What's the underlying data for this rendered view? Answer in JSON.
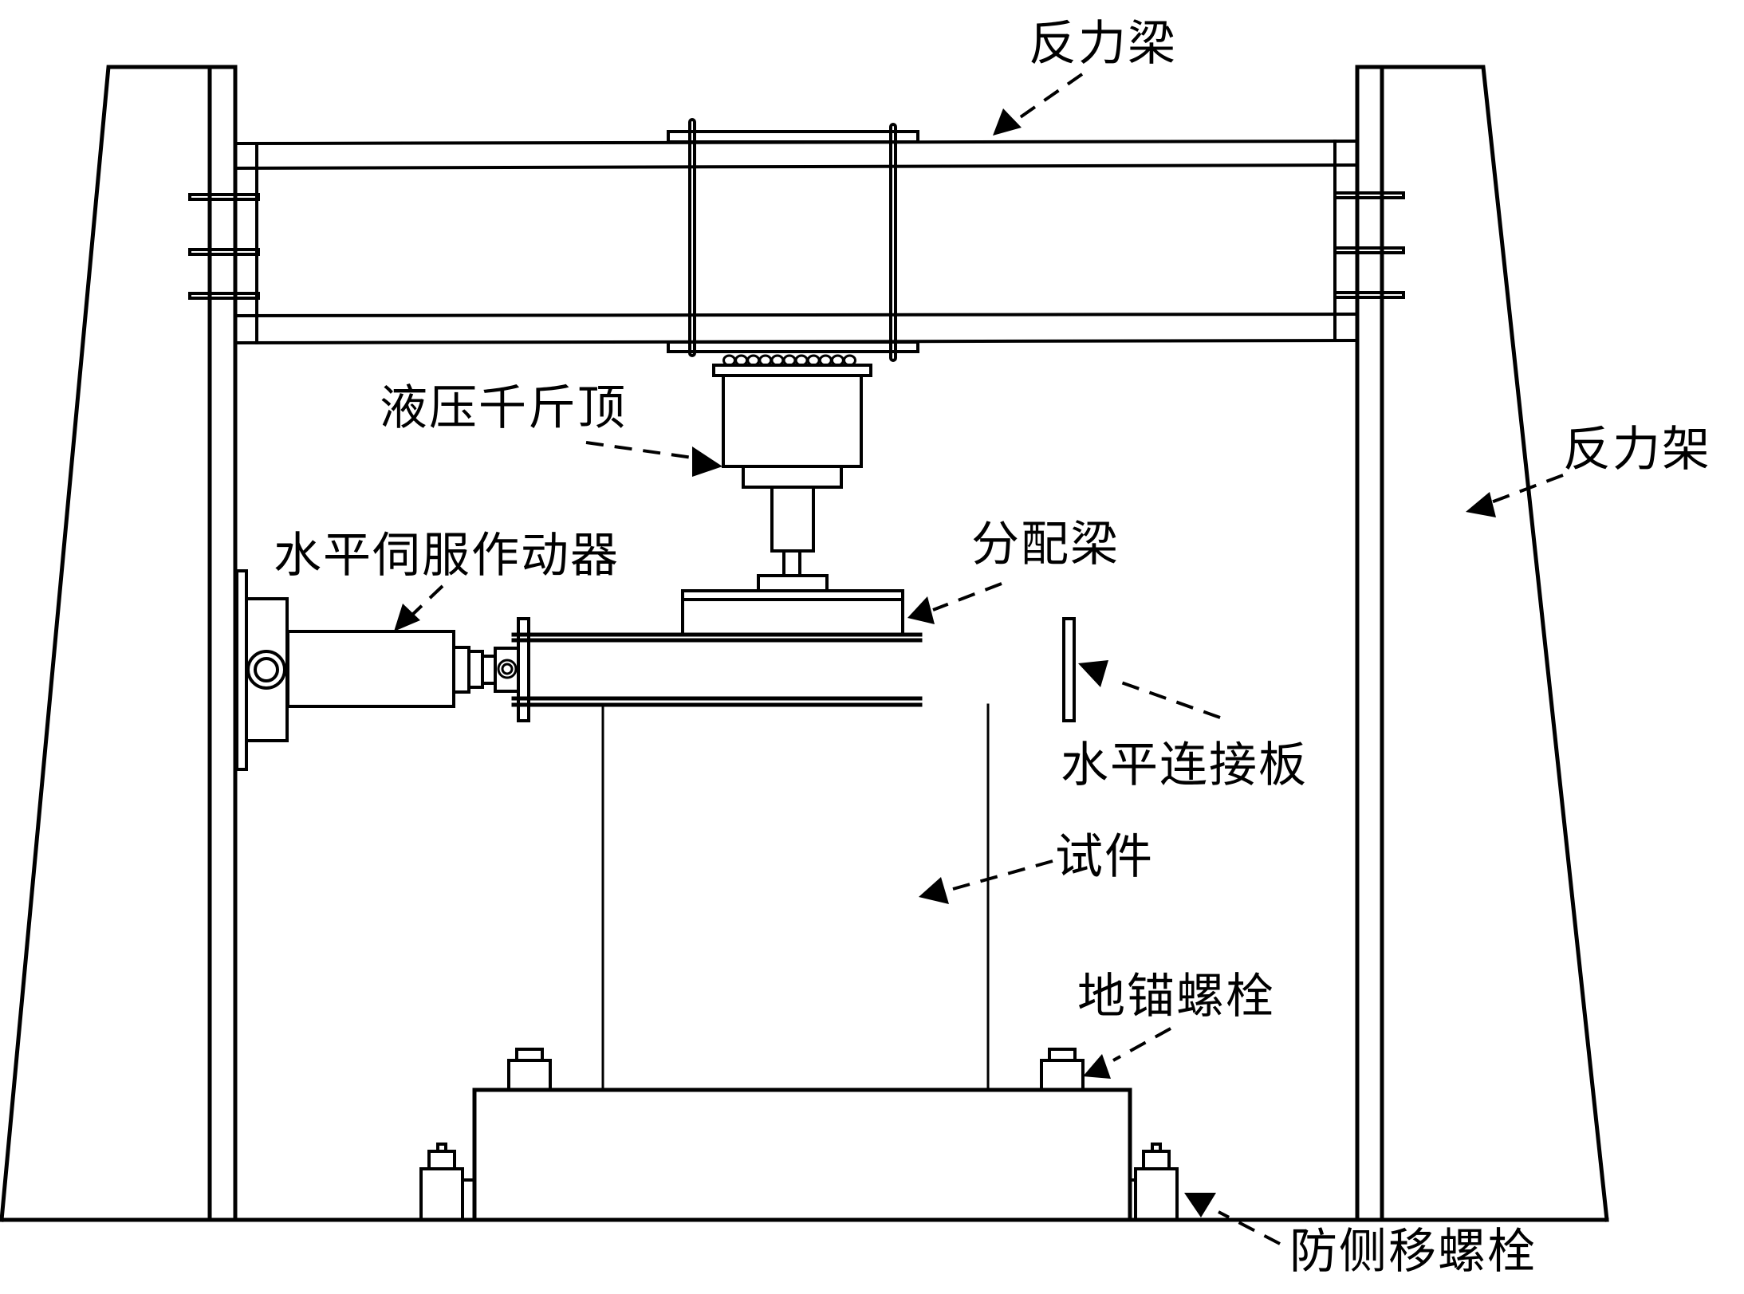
{
  "figure": {
    "title": "Test loading setup schematic",
    "colors": {
      "stroke": "#000000",
      "background": "#ffffff"
    }
  },
  "labels": {
    "reaction_beam": "反力梁",
    "hydraulic_jack": "液压千斤顶",
    "reaction_frame": "反力架",
    "horizontal_servo_actuator": "水平伺服作动器",
    "distribution_beam": "分配梁",
    "horizontal_connection_plate": "水平连接板",
    "specimen": "试件",
    "ground_anchor_bolt": "地锚螺栓",
    "anti_lateral_bolt": "防侧移螺栓"
  },
  "components": {
    "roller_count": 11,
    "beam_bolt_rows_per_side": 3
  }
}
